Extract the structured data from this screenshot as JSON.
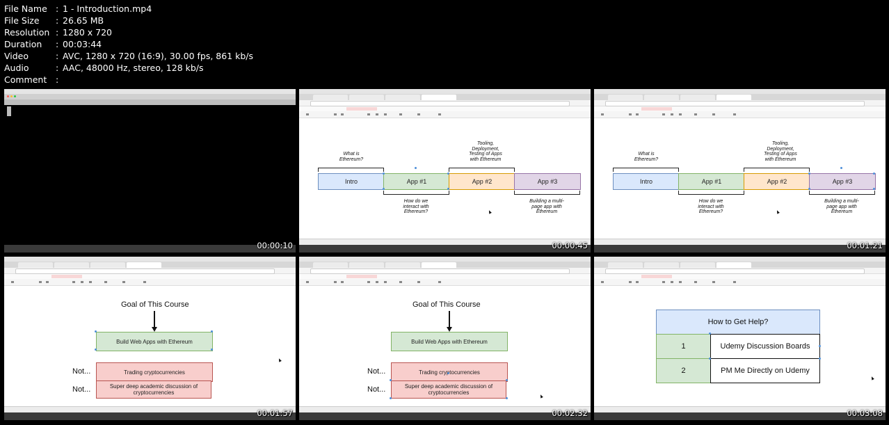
{
  "file_info": [
    {
      "key": "File Name",
      "value": "1 - Introduction.mp4"
    },
    {
      "key": "File Size",
      "value": "26.65 MB"
    },
    {
      "key": "Resolution",
      "value": "1280 x 720"
    },
    {
      "key": "Duration",
      "value": "00:03:44"
    },
    {
      "key": "Video",
      "value": "AVC, 1280 x 720 (16:9), 30.00 fps, 861 kb/s"
    },
    {
      "key": "Audio",
      "value": "AAC, 48000 Hz, stereo, 128 kb/s"
    },
    {
      "key": "Comment",
      "value": ""
    }
  ],
  "separator": ":",
  "thumbnails": [
    {
      "timestamp": "00:00:10",
      "type": "terminal"
    },
    {
      "timestamp": "00:00:45",
      "type": "timeline"
    },
    {
      "timestamp": "00:01:21",
      "type": "timeline"
    },
    {
      "timestamp": "00:01:57",
      "type": "course"
    },
    {
      "timestamp": "00:02:32",
      "type": "course"
    },
    {
      "timestamp": "00:03:08",
      "type": "help"
    }
  ],
  "timeline_diagram": {
    "boxes": [
      "Intro",
      "App #1",
      "App #2",
      "App #3"
    ],
    "colors": [
      "#dae8fc",
      "#d5e8d4",
      "#ffe6cc",
      "#e1d5e7"
    ],
    "border_colors": [
      "#6c8ebf",
      "#82b366",
      "#d79b00",
      "#9673a6"
    ],
    "top_notes": [
      "What is\nEthereum?",
      "Tooling,\nDeployment,\nTesting of Apps\nwith Ethereum"
    ],
    "bottom_notes": [
      "How do we\ninteract with\nEthereum?",
      "Building a multi-\npage app with\nEthereum"
    ]
  },
  "course_diagram": {
    "title": "Goal of This Course",
    "goal": "Build Web Apps with Ethereum",
    "not_label": "Not...",
    "nots": [
      "Trading cryptocurrencies",
      "Super deep academic discussion of cryptocurrencies"
    ]
  },
  "help_diagram": {
    "title": "How to Get Help?",
    "rows": [
      {
        "num": "1",
        "text": "Udemy Discussion Boards"
      },
      {
        "num": "2",
        "text": "PM Me Directly on Udemy"
      }
    ]
  },
  "colors": {
    "goal_fill": "#d5e8d4",
    "goal_border": "#82b366",
    "not_fill": "#f8cecc",
    "not_border": "#b85450",
    "help_title_fill": "#dae8fc",
    "help_num_fill": "#d5e8d4"
  }
}
